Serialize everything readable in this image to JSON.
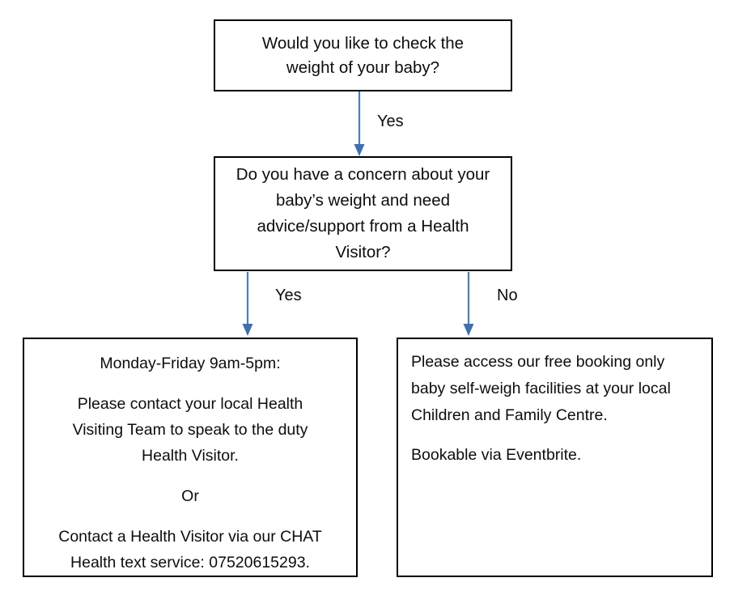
{
  "diagram": {
    "title": "Baby weight check pathway flowchart",
    "colors": {
      "arrow": "#4A7EBB",
      "box_border": "#000000",
      "text": "#0D0D0D",
      "background": "#FFFFFF"
    },
    "nodes": {
      "question_1": {
        "lines": [
          "Would you like to check the",
          "weight of your baby?"
        ]
      },
      "question_2": {
        "lines": [
          "Do you have a concern about your",
          "baby’s weight and need",
          "advice/support from a Health",
          "Visitor?"
        ]
      },
      "outcome_yes": {
        "lines": [
          "Monday-Friday 9am-5pm:",
          "",
          "Please contact your local Health",
          "Visiting Team to speak to the duty",
          "Health Visitor.",
          "",
          "Or",
          "",
          "Contact a Health Visitor via our CHAT",
          "Health text service: 07520615293."
        ],
        "hours": "Monday-Friday 9am-5pm:",
        "phone": "07520615293"
      },
      "outcome_no": {
        "lines": [
          "Please access our free booking only",
          "baby self-weigh facilities at your local",
          "Children and Family Centre.",
          "",
          "Bookable via Eventbrite."
        ],
        "booking_platform": "Eventbrite"
      }
    },
    "edges": [
      {
        "id": "edge-1",
        "from": "question_1",
        "to": "question_2",
        "label": "Yes"
      },
      {
        "id": "edge-2",
        "from": "question_2",
        "to": "outcome_yes",
        "label": "Yes"
      },
      {
        "id": "edge-3",
        "from": "question_2",
        "to": "outcome_no",
        "label": "No"
      }
    ]
  }
}
